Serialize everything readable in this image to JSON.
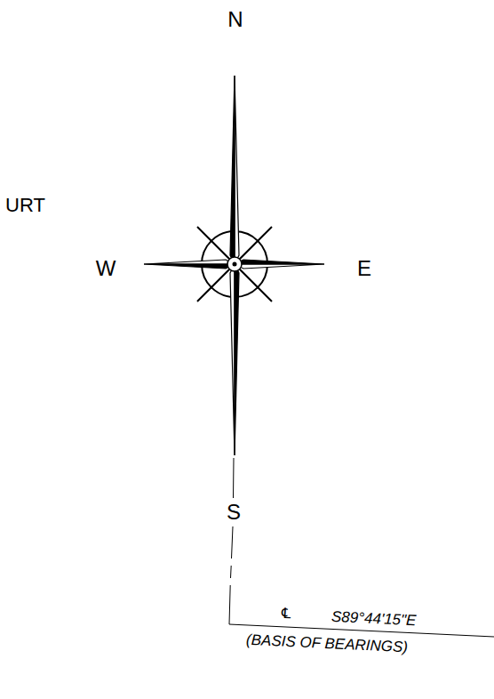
{
  "diagram": {
    "labels": [
      "URT",
      "N",
      "W",
      "E",
      "S",
      "℄",
      "S89°44'15\"E",
      "(BASIS OF BEARINGS)"
    ]
  }
}
